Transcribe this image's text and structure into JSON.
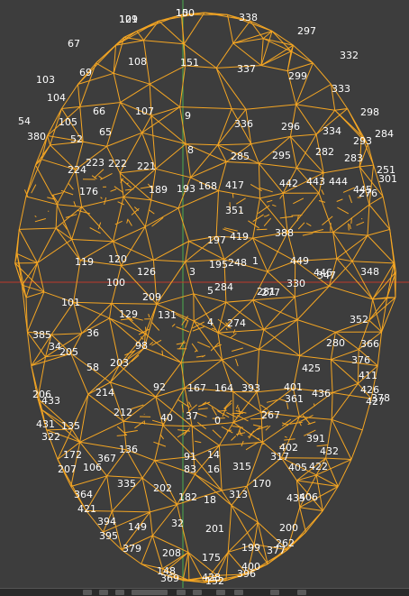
{
  "colors": {
    "background": "#3d3d3d",
    "wire": "#f5a623",
    "label": "#ffffff",
    "axis_green": "#4caf50",
    "axis_red": "#c0392b"
  },
  "labels": [
    "10",
    "109",
    "338",
    "297",
    "67",
    "108",
    "151",
    "337",
    "332",
    "69",
    "299",
    "103",
    "333",
    "104",
    "107",
    "9",
    "336",
    "296",
    "66",
    "105",
    "65",
    "298",
    "52",
    "334",
    "54",
    "293",
    "284",
    "282",
    "8",
    "285",
    "295",
    "283",
    "221",
    "222",
    "223",
    "224",
    "251",
    "301",
    "442",
    "443",
    "444",
    "445",
    "276",
    "417",
    "168",
    "193",
    "189",
    "197",
    "419",
    "351",
    "388",
    "1",
    "449",
    "446",
    "347",
    "248",
    "195",
    "3",
    "5",
    "281",
    "284",
    "348",
    "277",
    "330",
    "100",
    "120",
    "119",
    "209",
    "126",
    "101",
    "36",
    "129",
    "131",
    "4",
    "274",
    "352",
    "280",
    "366",
    "98",
    "203",
    "425",
    "376",
    "411",
    "401",
    "426",
    "361",
    "436",
    "427",
    "433",
    "214",
    "92",
    "167",
    "164",
    "393",
    "391",
    "431",
    "135",
    "212",
    "40",
    "37",
    "0",
    "267",
    "322",
    "136",
    "91",
    "14",
    "317",
    "402",
    "432",
    "367",
    "106",
    "202",
    "83",
    "16",
    "315",
    "405",
    "422",
    "364",
    "170",
    "335",
    "182",
    "18",
    "313",
    "406",
    "421",
    "394",
    "149",
    "32",
    "201",
    "200",
    "379",
    "208",
    "199",
    "262",
    "395",
    "148",
    "175",
    "428",
    "396",
    "400",
    "369",
    "152",
    "377",
    "378",
    "435",
    "380",
    "385",
    "34",
    "58",
    "205",
    "206",
    "207",
    "172",
    "176",
    "150",
    "121"
  ]
}
